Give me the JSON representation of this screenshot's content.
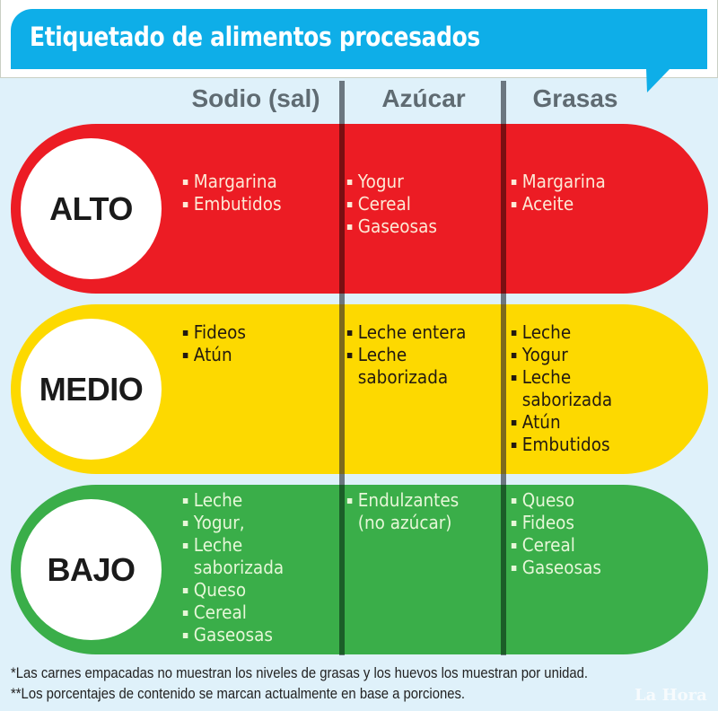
{
  "header": {
    "title": "Etiquetado de alimentos procesados",
    "accent_color": "#0eaee8"
  },
  "columns": [
    "Sodio (sal)",
    "Azúcar",
    "Grasas"
  ],
  "levels": [
    {
      "label": "ALTO",
      "color": "#ec1c24",
      "cells": [
        [
          "Margarina",
          "Embutidos"
        ],
        [
          "Yogur",
          "Cereal",
          "Gaseosas"
        ],
        [
          "Margarina",
          "Aceite"
        ]
      ]
    },
    {
      "label": "MEDIO",
      "color": "#fdd900",
      "cells": [
        [
          "Fideos",
          "Atún"
        ],
        [
          "Leche entera",
          "Leche saborizada"
        ],
        [
          "Leche",
          "Yogur",
          "Leche saborizada",
          "Atún",
          "Embutidos"
        ]
      ]
    },
    {
      "label": "BAJO",
      "color": "#3aae49",
      "cells": [
        [
          "Leche",
          "Yogur,",
          "Leche saborizada",
          "Queso",
          "Cereal",
          "Gaseosas"
        ],
        [
          "Endulzantes (no azúcar)"
        ],
        [
          "Queso",
          "Fideos",
          "Cereal",
          "Gaseosas"
        ]
      ]
    }
  ],
  "footnotes": [
    "*Las carnes empacadas no muestran los niveles de grasas y los huevos los muestran por unidad.",
    "**Los porcentajes de contenido se marcan actualmente en base a porciones."
  ],
  "watermark": "La Hora"
}
